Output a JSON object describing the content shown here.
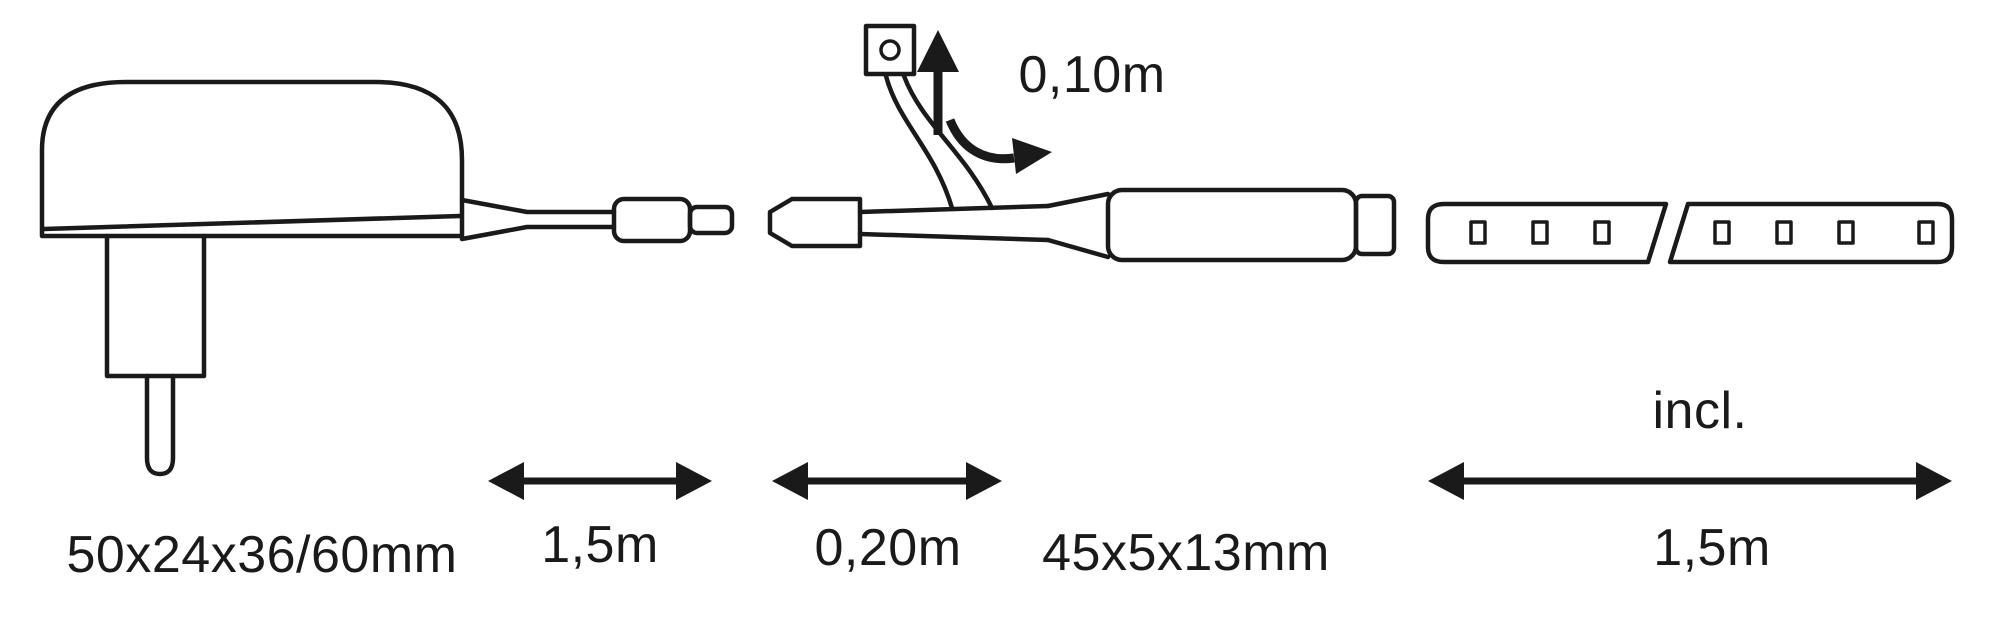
{
  "diagram": {
    "power_adapter": {
      "dimensions_label": "50x24x36/60mm"
    },
    "power_cable": {
      "length_label": "1,5m"
    },
    "connector_cable": {
      "length_label": "0,20m"
    },
    "sensor_cable": {
      "length_label": "0,10m"
    },
    "controller": {
      "dimensions_label": "45x5x13mm"
    },
    "led_strip": {
      "included_label": "incl.",
      "length_label": "1,5m"
    }
  },
  "colors": {
    "line": "#1a1a1a",
    "background": "#ffffff"
  }
}
